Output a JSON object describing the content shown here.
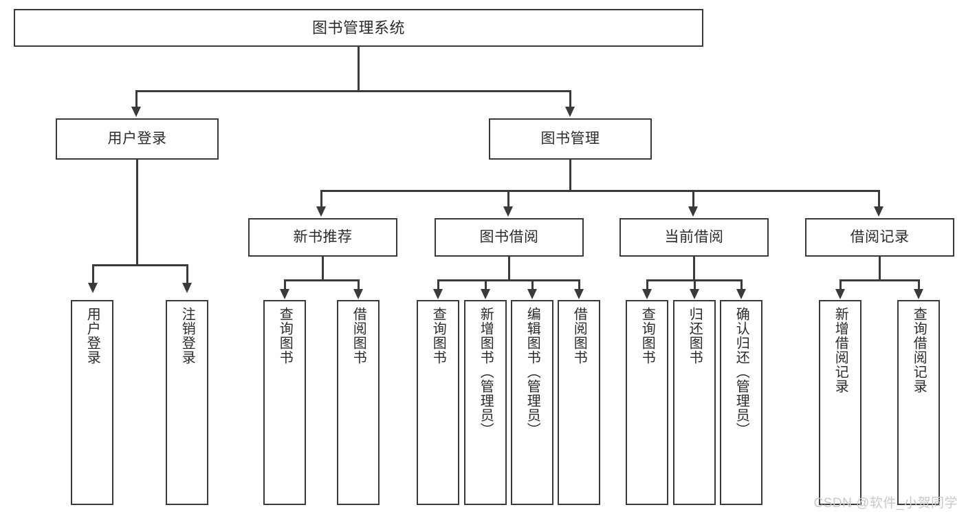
{
  "diagram": {
    "type": "tree-hierarchy",
    "title": "图书管理系统",
    "watermark": "CSDN @软件_小贺同学",
    "colors": {
      "stroke": "#3a3a3a",
      "fill": "#ffffff",
      "text": "#2b2b2b",
      "watermark": "#c9c9c9"
    },
    "root": {
      "label": "图书管理系统"
    },
    "level2": [
      {
        "label": "用户登录"
      },
      {
        "label": "图书管理"
      }
    ],
    "level3": [
      {
        "label": "新书推荐"
      },
      {
        "label": "图书借阅"
      },
      {
        "label": "当前借阅"
      },
      {
        "label": "借阅记录"
      }
    ],
    "leaves": {
      "user_login": [
        {
          "label": "用户登录"
        },
        {
          "label": "注销登录"
        }
      ],
      "new_book": [
        {
          "label": "查询图书"
        },
        {
          "label": "借阅图书"
        }
      ],
      "book_borrow": [
        {
          "label": "查询图书"
        },
        {
          "label": "新增图书（管理员）"
        },
        {
          "label": "编辑图书（管理员）"
        },
        {
          "label": "借阅图书"
        }
      ],
      "current_borrow": [
        {
          "label": "查询图书"
        },
        {
          "label": "归还图书"
        },
        {
          "label": "确认归还（管理员）"
        }
      ],
      "borrow_record": [
        {
          "label": "新增借阅记录"
        },
        {
          "label": "查询借阅记录"
        }
      ]
    }
  }
}
